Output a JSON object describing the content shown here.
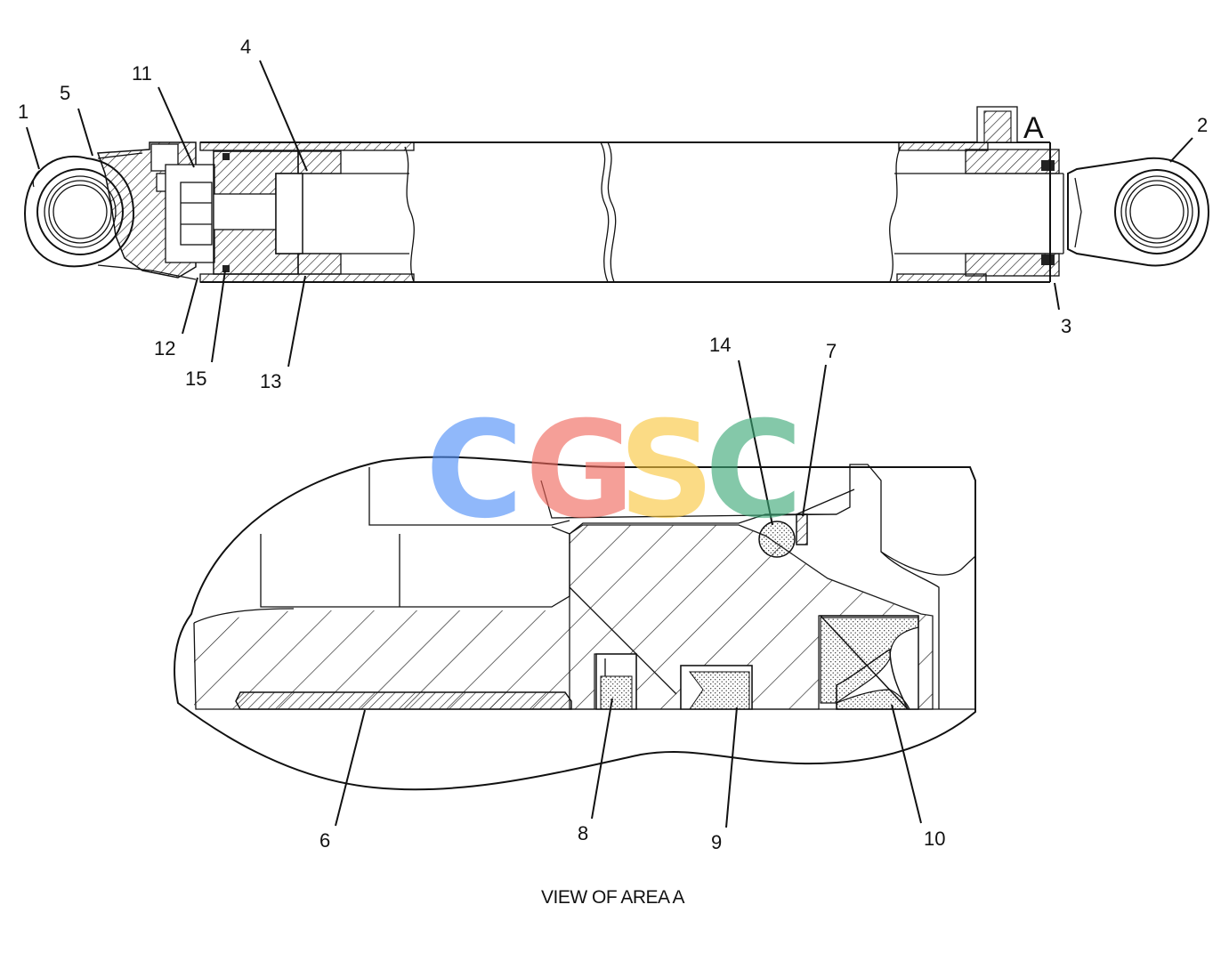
{
  "callouts": {
    "c1": "1",
    "c2": "2",
    "c3": "3",
    "c4": "4",
    "c5": "5",
    "c6": "6",
    "c7": "7",
    "c8": "8",
    "c9": "9",
    "c10": "10",
    "c11": "11",
    "c12": "12",
    "c13": "13",
    "c14": "14",
    "c15": "15"
  },
  "area_marker": "A",
  "caption": "VIEW OF AREA A",
  "watermark": {
    "letters": [
      "C",
      "G",
      "S",
      "C"
    ],
    "colors": [
      "#4d8ef7",
      "#f0665a",
      "#f9c63c",
      "#3aa876"
    ]
  }
}
